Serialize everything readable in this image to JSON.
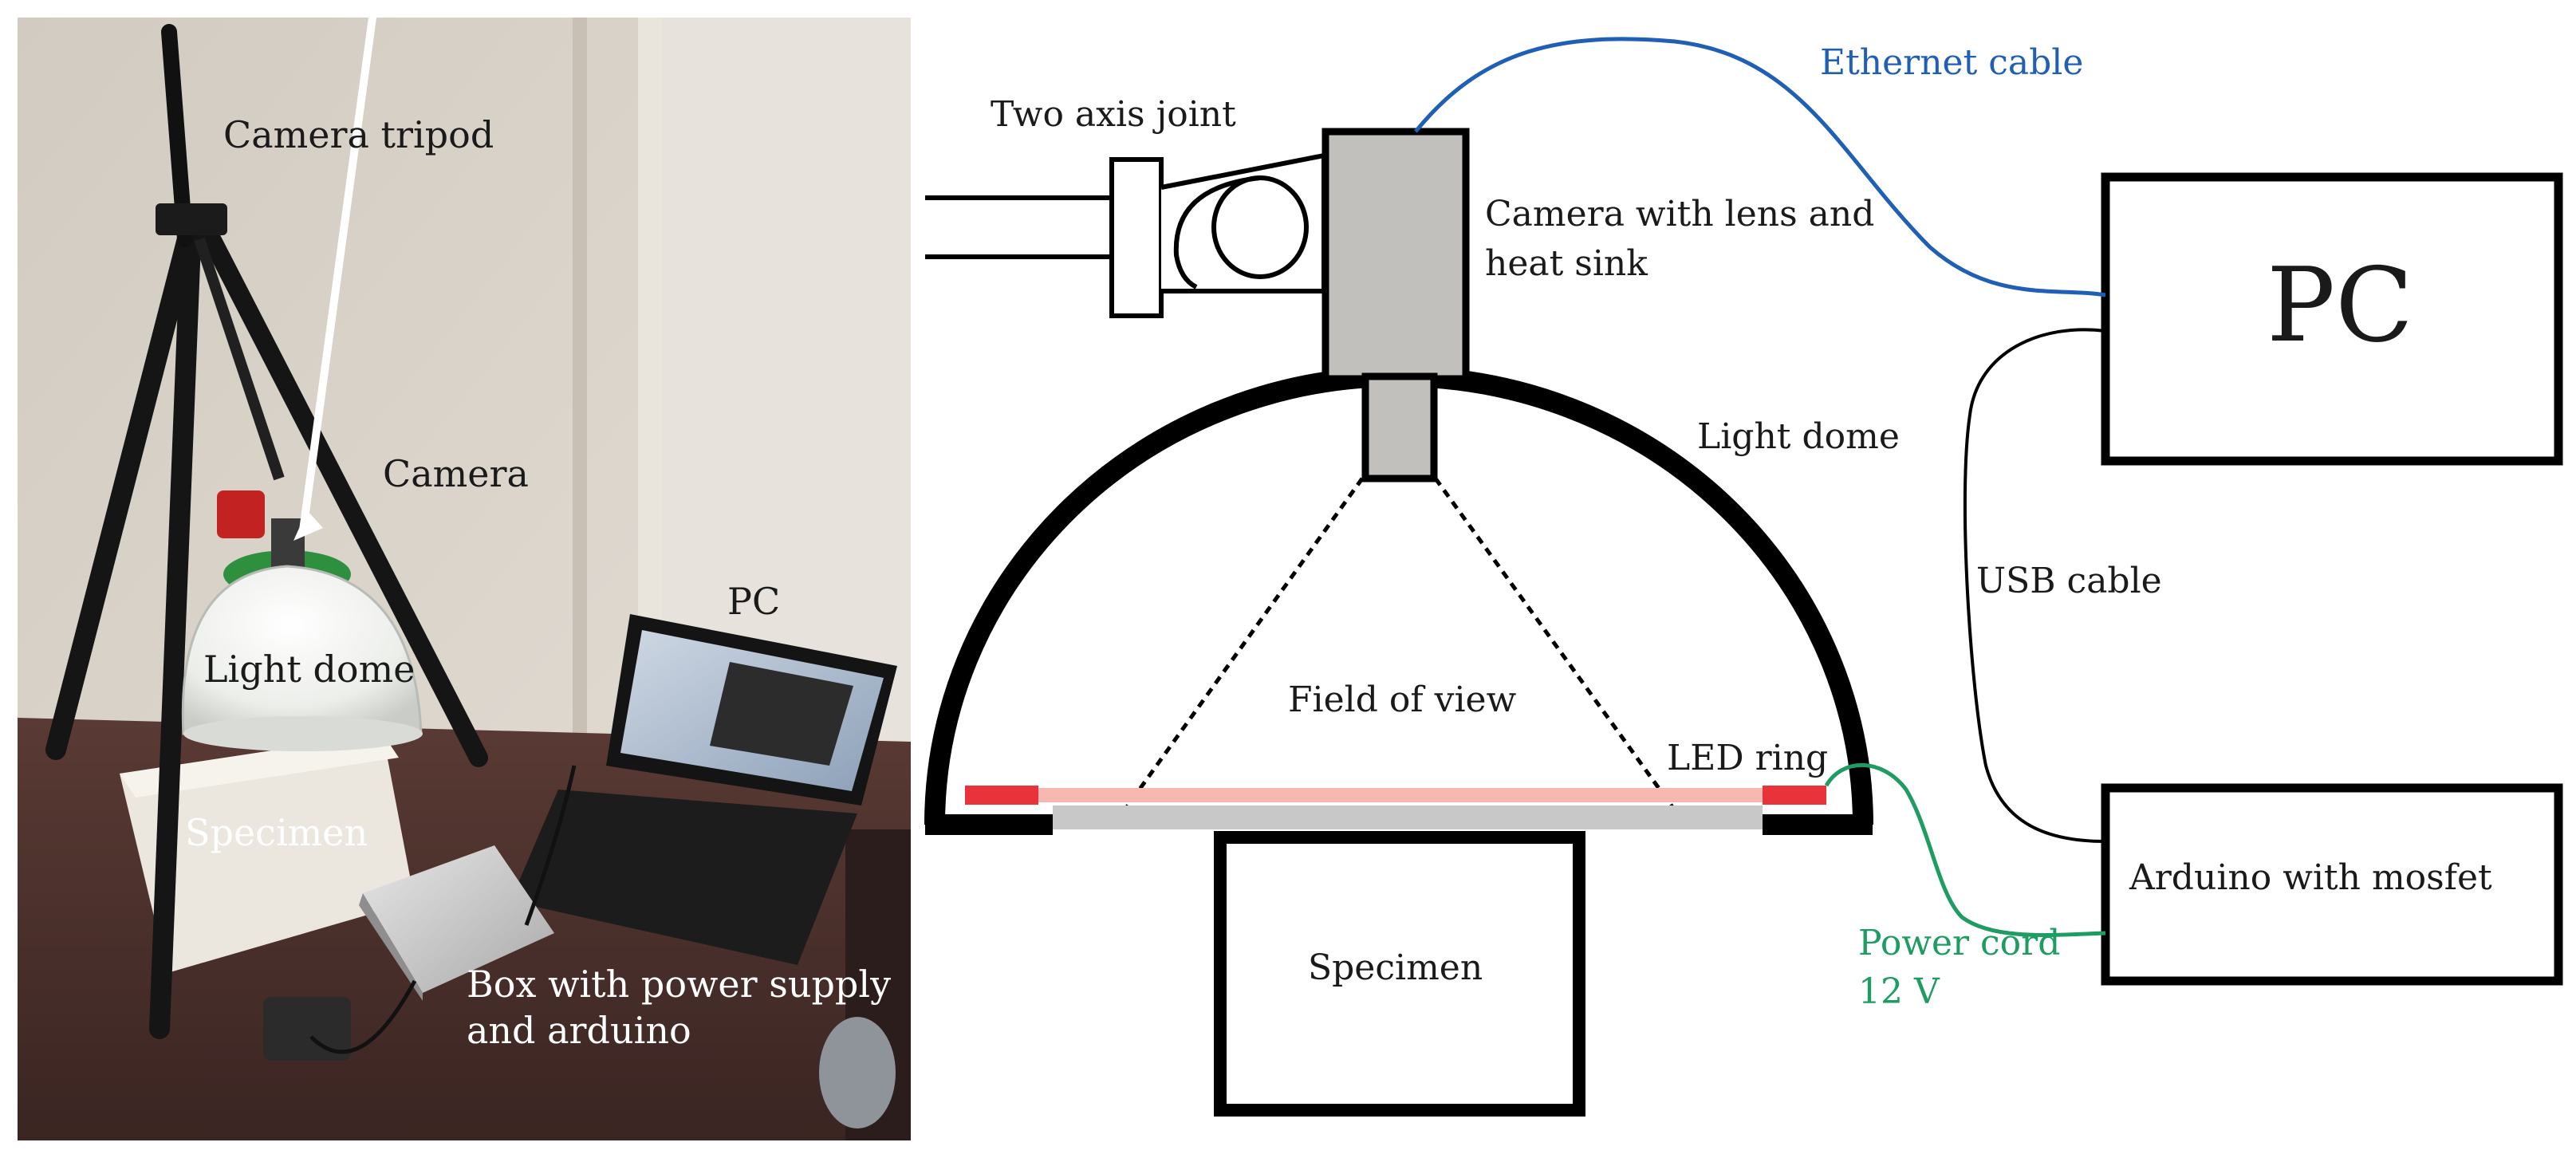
{
  "photo": {
    "labels": {
      "tripod": "Camera tripod",
      "camera": "Camera",
      "dome": "Light dome",
      "pc": "PC",
      "specimen": "Specimen",
      "box_line1": "Box with power supply",
      "box_line2": "and arduino"
    }
  },
  "diagram": {
    "labels": {
      "joint": "Two axis joint",
      "camera_line1": "Camera with lens and",
      "camera_line2": "heat sink",
      "ethernet": "Ethernet cable",
      "pc": "PC",
      "dome": "Light dome",
      "usb": "USB cable",
      "fov": "Field of view",
      "led": "LED ring",
      "arduino": "Arduino with mosfet",
      "specimen": "Specimen",
      "power_line1": "Power cord",
      "power_line2": "12 V"
    },
    "colors": {
      "ethernet": "#1f5fb5",
      "power": "#1e9c61",
      "usb": "#000000",
      "led": "#e8333a",
      "led_strip": "#f6b8b0",
      "camera_body": "#c2c0bc",
      "diffuser": "#c8c8c8"
    }
  }
}
